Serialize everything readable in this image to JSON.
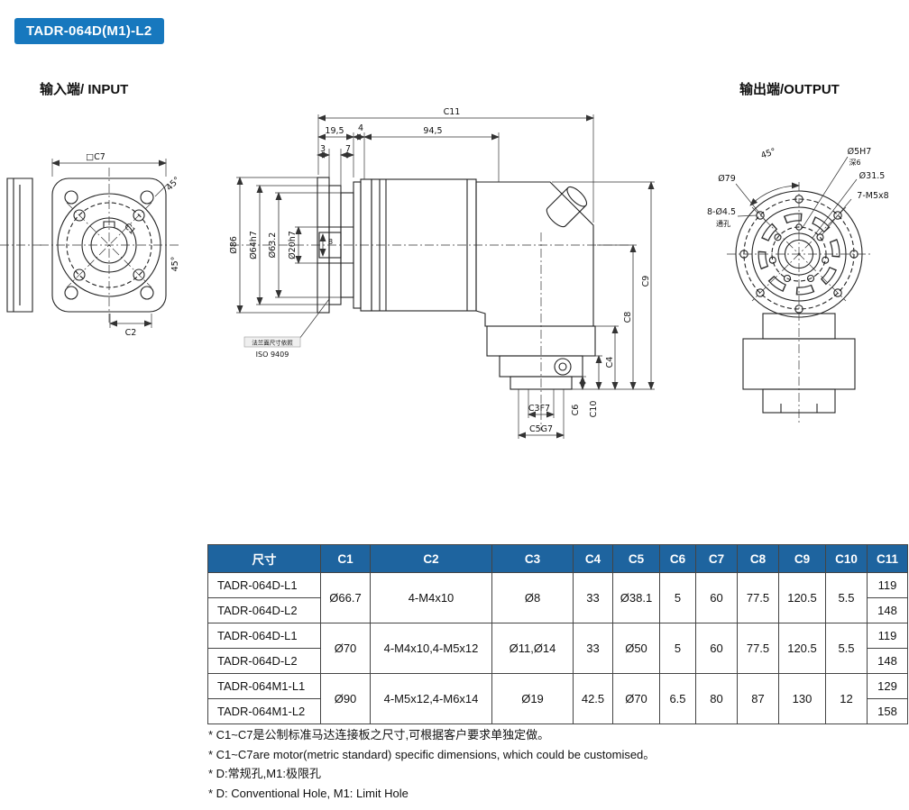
{
  "page": {
    "title_badge": "TADR-064D(M1)-L2",
    "input_label": "输入端/ INPUT",
    "output_label": "输出端/OUTPUT"
  },
  "drawings": {
    "input_view": {
      "square_dim": "□C7",
      "bolt_circle_dim": "C1",
      "corner_dim": "C2",
      "angle_top": "45°",
      "angle_side": "45°"
    },
    "side_view": {
      "overall_length": "C11",
      "dim_19_5": "19,5",
      "dim_4": "4",
      "dim_94_5": "94,5",
      "dim_3": "3",
      "dim_7": "7",
      "dia_86": "Ø86",
      "dia_64": "Ø64h7",
      "dia_63_2": "Ø63.2",
      "dia_20": "Ø20h7",
      "dim_8": "8",
      "flange_note_line1": "法兰面尺寸依照",
      "flange_note_line2": "ISO 9409",
      "dim_c3": "C3F7",
      "dim_c5": "C5G7",
      "dim_c6": "C6",
      "dim_c10": "C10",
      "dim_c4": "C4",
      "dim_c8": "C8",
      "dim_c9": "C9"
    },
    "output_view": {
      "angle": "45°",
      "dowel_hole": "Ø5H7",
      "dowel_depth": "深6",
      "dia_31_5": "Ø31.5",
      "dia_79": "Ø79",
      "tapped_holes": "7-M5x8",
      "through_holes": "8-Ø4.5",
      "through_label": "通孔"
    }
  },
  "table": {
    "headers": [
      "尺寸",
      "C1",
      "C2",
      "C3",
      "C4",
      "C5",
      "C6",
      "C7",
      "C8",
      "C9",
      "C10",
      "C11"
    ],
    "groups": [
      {
        "models": [
          "TADR-064D-L1",
          "TADR-064D-L2"
        ],
        "c1": "Ø66.7",
        "c2": "4-M4x10",
        "c3": "Ø8",
        "c4": "33",
        "c5": "Ø38.1",
        "c6": "5",
        "c7": "60",
        "c8": "77.5",
        "c9": "120.5",
        "c10": "5.5",
        "c11": [
          "119",
          "148"
        ]
      },
      {
        "models": [
          "TADR-064D-L1",
          "TADR-064D-L2"
        ],
        "c1": "Ø70",
        "c2": "4-M4x10,4-M5x12",
        "c3": "Ø11,Ø14",
        "c4": "33",
        "c5": "Ø50",
        "c6": "5",
        "c7": "60",
        "c8": "77.5",
        "c9": "120.5",
        "c10": "5.5",
        "c11": [
          "119",
          "148"
        ]
      },
      {
        "models": [
          "TADR-064M1-L1",
          "TADR-064M1-L2"
        ],
        "c1": "Ø90",
        "c2": "4-M5x12,4-M6x14",
        "c3": "Ø19",
        "c4": "42.5",
        "c5": "Ø70",
        "c6": "6.5",
        "c7": "80",
        "c8": "87",
        "c9": "130",
        "c10": "12",
        "c11": [
          "129",
          "158"
        ]
      }
    ]
  },
  "footnotes": [
    "* C1~C7是公制标准马达连接板之尺寸,可根据客户要求单独定做。",
    "* C1~C7are motor(metric standard)  specific dimensions, which could be customised。",
    "* D:常规孔,M1:极限孔",
    "* D: Conventional Hole, M1: Limit Hole"
  ]
}
